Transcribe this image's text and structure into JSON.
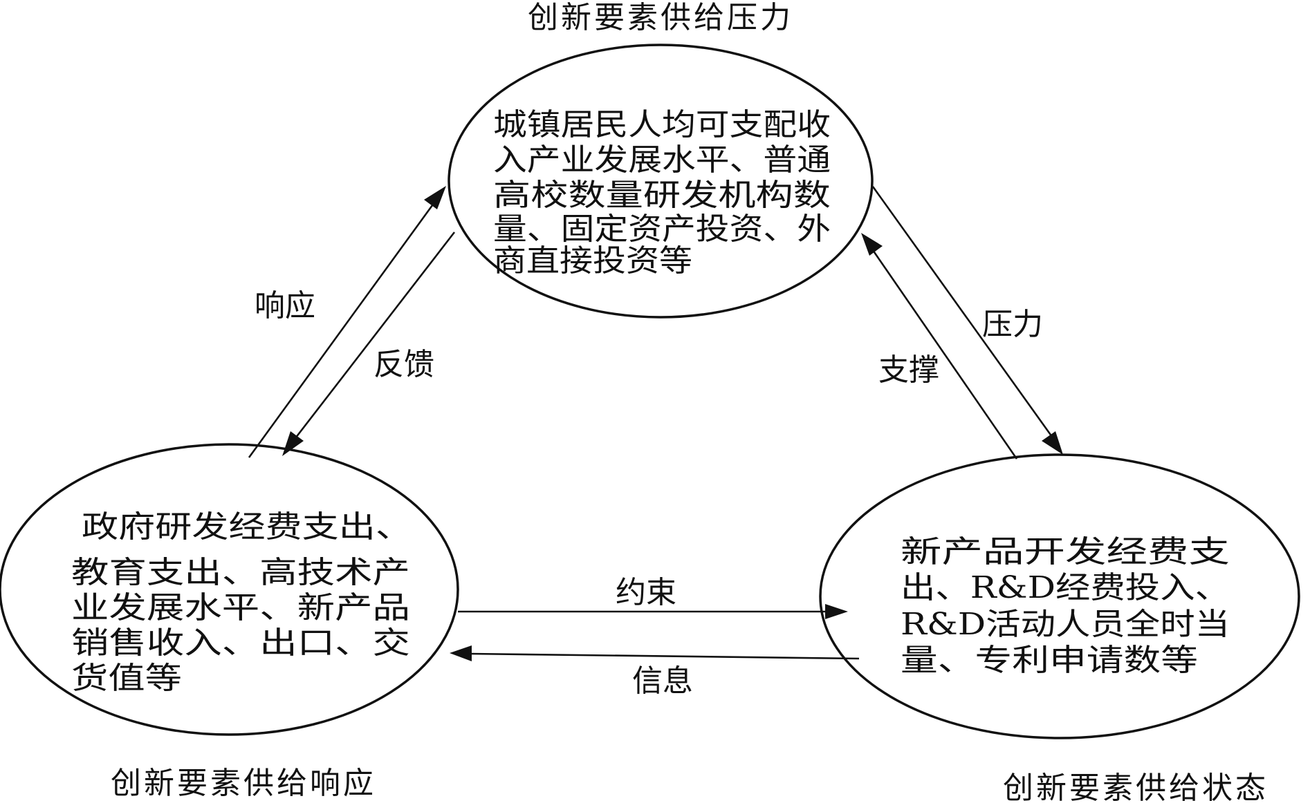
{
  "nodes": {
    "top": {
      "title": "创新要素供给压力",
      "lines": [
        "城镇居民人均可支配收",
        "入产业发展水平、普通",
        "高校数量研发机构数",
        "量、固定资产投资、外",
        "商直接投资等"
      ]
    },
    "left": {
      "title": "创新要素供给响应",
      "lines": [
        "政府研发经费支出、",
        "教育支出、高技术产",
        "业发展水平、新产品",
        "销售收入、出口、交",
        "货值等"
      ]
    },
    "right": {
      "title": "创新要素供给状态",
      "lines": [
        "新产品开发经费支",
        "出、R&D经费投入、",
        "R&D活动人员全时当",
        "量、专利申请数等"
      ]
    }
  },
  "edges": {
    "response": "响应",
    "feedback": "反馈",
    "pressure": "压力",
    "support": "支撑",
    "constraint": "约束",
    "information": "信息"
  }
}
